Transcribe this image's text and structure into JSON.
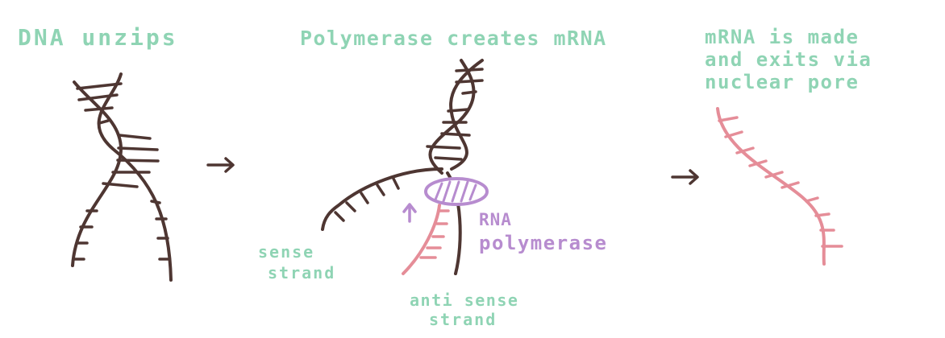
{
  "colors": {
    "dna": "#4e3632",
    "mrna": "#e58d98",
    "label_green": "#8fd4b4",
    "polymerase": "#b78ccf"
  },
  "panels": [
    {
      "title": "DNA unzips"
    },
    {
      "title": "Polymerase creates mRNA"
    },
    {
      "title_lines": [
        "mRNA is made",
        "and exits via",
        "nuclear pore"
      ]
    }
  ],
  "labels": {
    "sense_strand": [
      "sense",
      "strand"
    ],
    "anti_sense_strand": [
      "anti sense",
      "strand"
    ],
    "rna_polymerase": [
      "RNA",
      "polymerase"
    ]
  },
  "icons": [
    "arrow-right-icon",
    "arrow-right-icon",
    "arrow-up-icon"
  ]
}
